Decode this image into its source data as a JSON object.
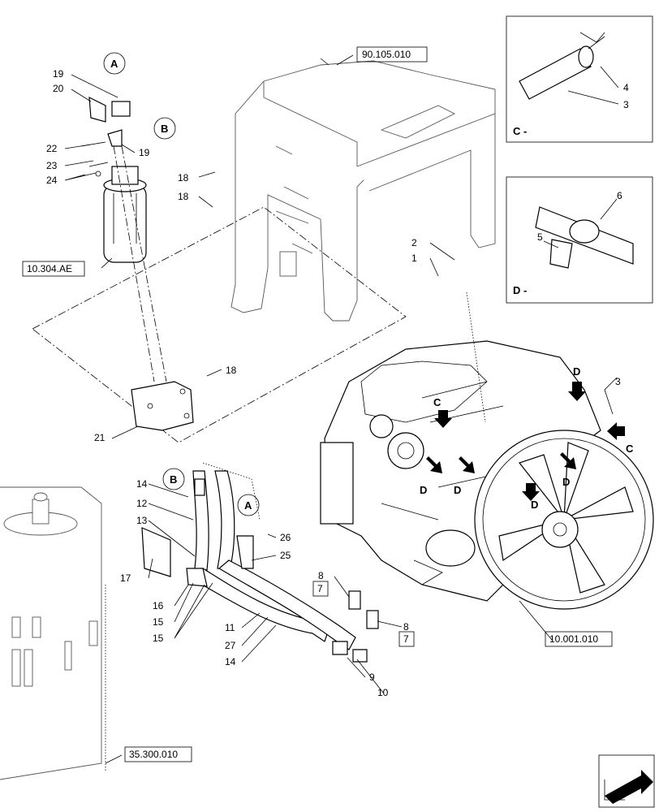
{
  "callouts": {
    "n1": "1",
    "n2": "2",
    "n3": "3",
    "n4": "4",
    "n5": "5",
    "n6": "6",
    "n7": "7",
    "n8": "8",
    "n9": "9",
    "n10": "10",
    "n11": "11",
    "n12": "12",
    "n13": "13",
    "n14": "14",
    "n15": "15",
    "n16": "16",
    "n17": "17",
    "n18": "18",
    "n19": "19",
    "n20": "20",
    "n21": "21",
    "n22": "22",
    "n23": "23",
    "n24": "24",
    "n25": "25",
    "n26": "26",
    "n27": "27"
  },
  "refs": {
    "frame": "90.105.010",
    "filter": "10.304.AE",
    "engine": "10.001.010",
    "tank": "35.300.010"
  },
  "connectors": {
    "a": "A",
    "b": "B"
  },
  "arrows": {
    "c": "C",
    "d": "D"
  },
  "details": {
    "c": "C -",
    "d": "D -"
  }
}
